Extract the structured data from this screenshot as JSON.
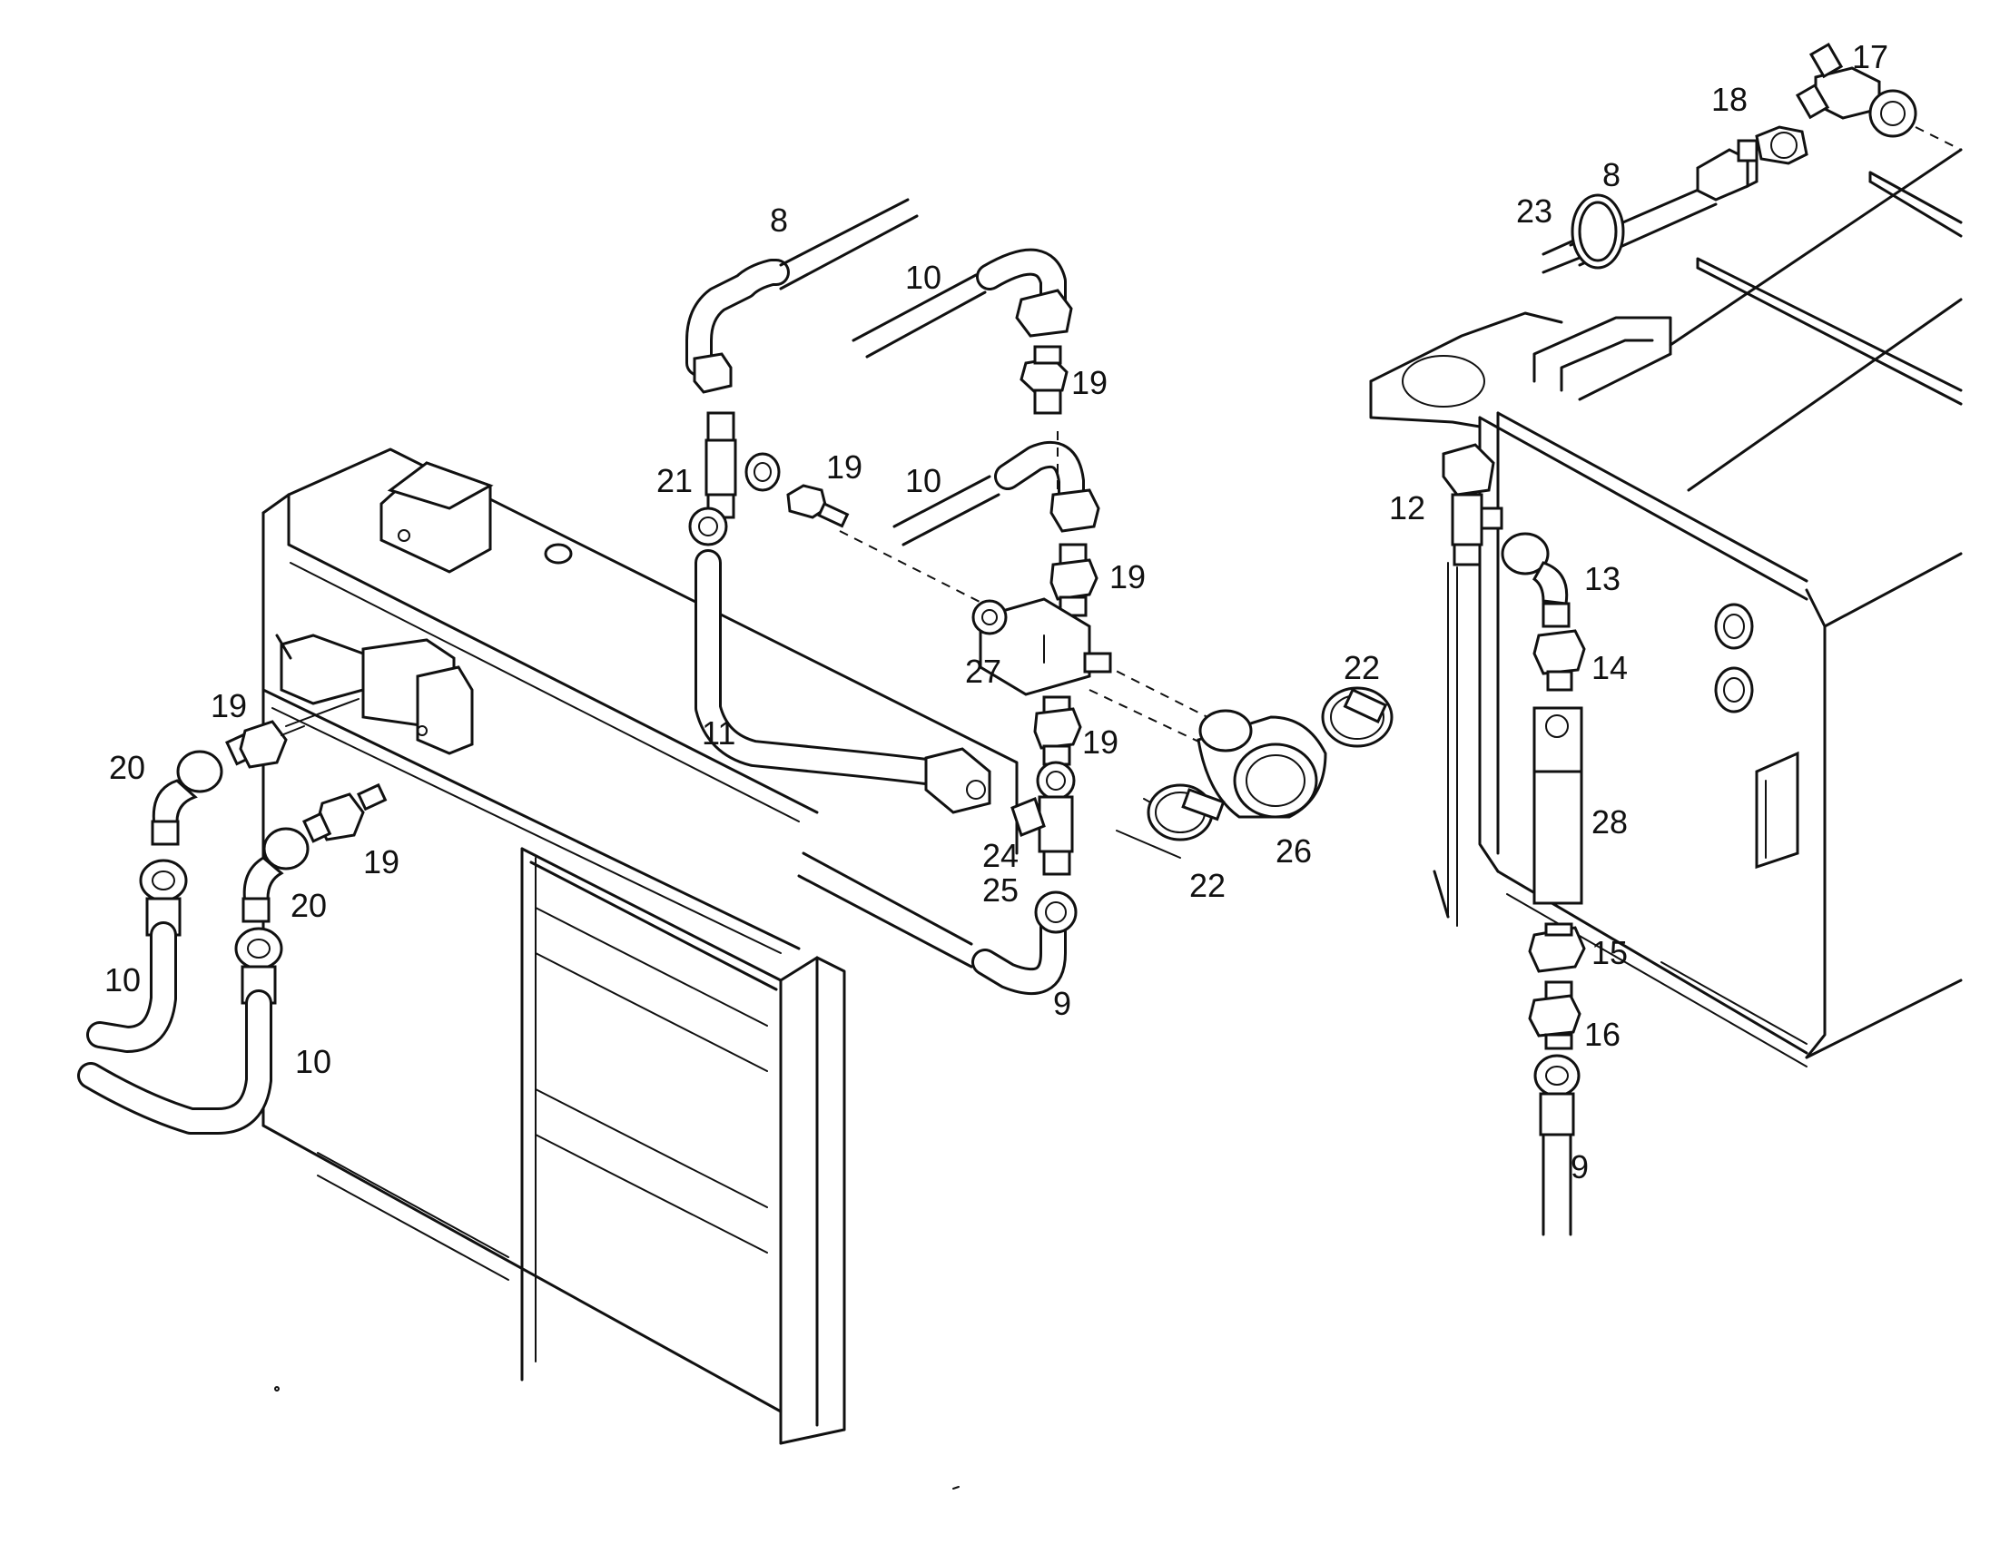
{
  "callouts": [
    "8",
    "10",
    "19",
    "21",
    "19",
    "10",
    "19",
    "27",
    "22",
    "11",
    "19",
    "24",
    "25",
    "22",
    "26",
    "9",
    "19",
    "20",
    "20",
    "19",
    "10",
    "10",
    "17",
    "18",
    "8",
    "23",
    "12",
    "13",
    "14",
    "28",
    "15",
    "16",
    "9"
  ]
}
